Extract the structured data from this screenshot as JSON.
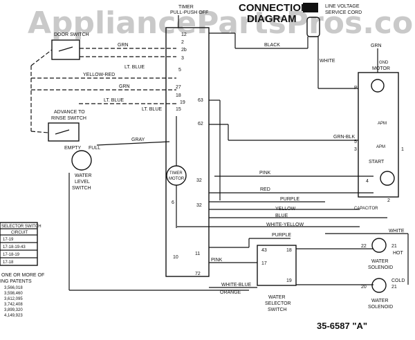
{
  "watermark": "AppliancePartsPros.com",
  "header": {
    "title_line1": "CONNECTION",
    "title_line2": "DIAGRAM",
    "cord_label_line1": "LINE VOLTAGE",
    "cord_label_line2": "SERVICE CORD"
  },
  "timer": {
    "label_line1": "TIMER",
    "label_line2": "PULL-PUSH OFF",
    "motor_line1": "TIMER",
    "motor_line2": "MOTOR",
    "terminals_top": [
      "12",
      "2",
      "2b",
      "3",
      "5"
    ],
    "terminals_mid": [
      "27",
      "18",
      "19",
      "15"
    ],
    "terminals_right": [
      "63",
      "62"
    ],
    "terminals_low": [
      "32",
      "6",
      "32"
    ],
    "terminals_bottom": [
      "10",
      "11",
      "72"
    ]
  },
  "switches": {
    "door": "DOOR SWITCH",
    "advance_line1": "ADVANCE TO",
    "advance_line2": "RINSE SWITCH",
    "water_level_line1": "WATER",
    "water_level_line2": "LEVEL",
    "water_level_line3": "SWITCH",
    "empty": "EMPTY",
    "full": "FULL",
    "water_selector_line1": "WATER",
    "water_selector_line2": "SELECTOR",
    "water_selector_line3": "SWITCH",
    "ws_terminals": [
      "43",
      "18",
      "17",
      "19"
    ]
  },
  "motor": {
    "label": "MOTOR",
    "grn": "GRN",
    "gnd": "GND",
    "apm": "APM",
    "apm2": "APM",
    "start": "START",
    "capacitor": "CAPACITOR",
    "terminals": [
      "P",
      "5",
      "3",
      "1",
      "2",
      "4"
    ]
  },
  "solenoids": {
    "hot_label_line1": "WATER",
    "hot_label_line2": "SOLENOID",
    "hot": "HOT",
    "cold_label_line1": "WATER",
    "cold_label_line2": "SOLENOID",
    "cold": "COLD",
    "terminals": [
      "22",
      "21",
      "20",
      "21"
    ],
    "white": "WHITE"
  },
  "wires": {
    "grn1": "GRN",
    "lt_blue1": "LT. BLUE",
    "yellow_red": "YELLOW-RED",
    "grn2": "GRN",
    "lt_blue2": "LT. BLUE",
    "lt_blue3": "LT. BLUE",
    "gray": "GRAY",
    "black": "BLACK",
    "white": "WHITE",
    "grn_blk": "GRN-BLK",
    "pink": "PINK",
    "red": "RED",
    "purple1": "PURPLE",
    "yellow": "YELLOW",
    "blue": "BLUE",
    "white_yellow": "WHITE-YELLOW",
    "purple2": "PURPLE",
    "pink2": "PINK",
    "white_blue": "WHITE-BLUE",
    "orange": "ORANGE"
  },
  "selector_table": {
    "header": "SELECTOR SWITCH",
    "col": "CIRCUIT",
    "rows": [
      "17-19",
      "17-18-19-43",
      "17-18-19",
      "17-18"
    ]
  },
  "patents": {
    "line1": "ONE OR MORE OF",
    "line2": "ING PATENTS",
    "numbers": [
      "3,566,018",
      "3,598,460",
      "3,612,095",
      "3,742,408",
      "3,899,320",
      "4,149,923"
    ]
  },
  "part_number": "35-6587 \"A\""
}
